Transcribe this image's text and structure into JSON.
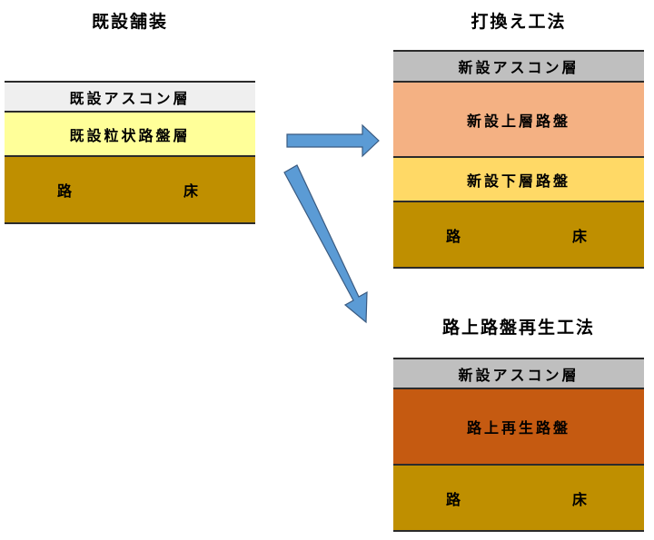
{
  "existing": {
    "title": "既設舗装",
    "layers": [
      {
        "label": "既設アスコン層",
        "color": "#efefef"
      },
      {
        "label": "既設粒状路盤層",
        "color": "#ffff99"
      },
      {
        "label_left": "路",
        "label_right": "床",
        "color": "#bf8f00"
      }
    ]
  },
  "replacement": {
    "title": "打換え工法",
    "layers": [
      {
        "label": "新設アスコン層",
        "color": "#bfbfbf"
      },
      {
        "label": "新設上層路盤",
        "color": "#f4b183"
      },
      {
        "label": "新設下層路盤",
        "color": "#ffd966"
      },
      {
        "label_left": "路",
        "label_right": "床",
        "color": "#bf8f00"
      }
    ]
  },
  "recycling": {
    "title": "路上路盤再生工法",
    "layers": [
      {
        "label": "新設アスコン層",
        "color": "#bfbfbf"
      },
      {
        "label": "路上再生路盤",
        "color": "#c55a11"
      },
      {
        "label_left": "路",
        "label_right": "床",
        "color": "#bf8f00"
      }
    ]
  },
  "arrow_color": "#5b9bd5"
}
